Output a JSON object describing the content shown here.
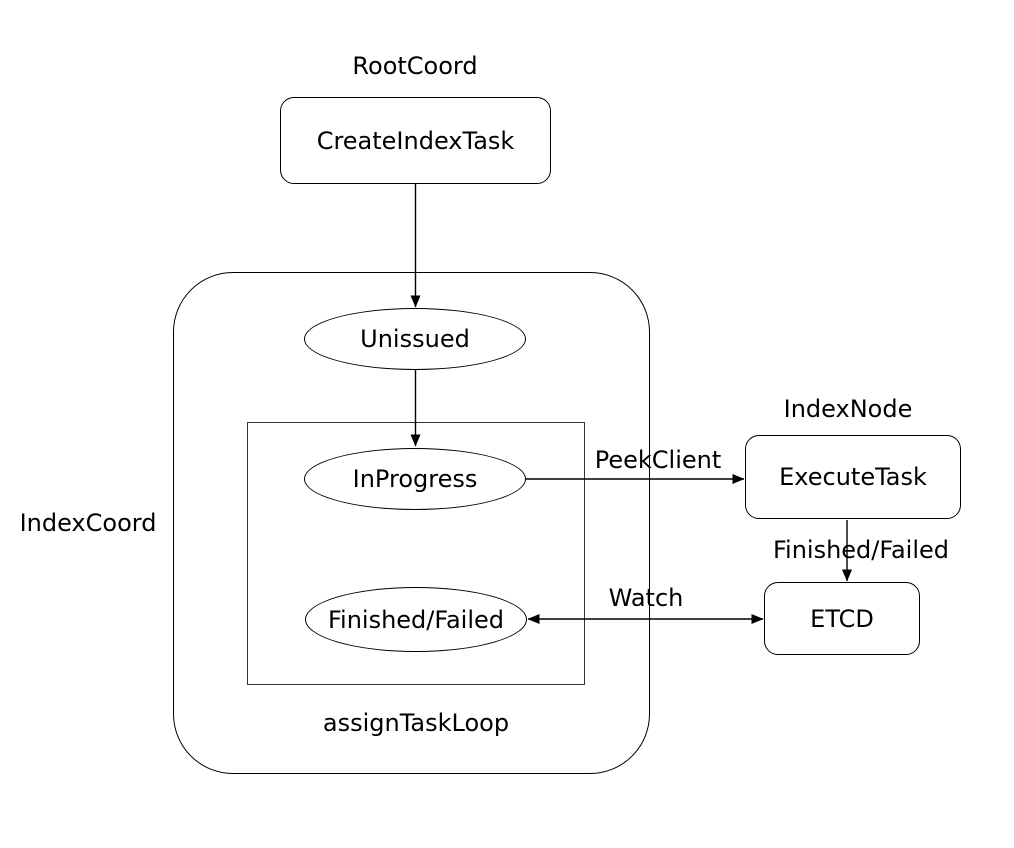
{
  "nodes": {
    "create_index_task": {
      "label": "CreateIndexTask"
    },
    "unissued": {
      "label": "Unissued"
    },
    "in_progress": {
      "label": "InProgress"
    },
    "finished_failed": {
      "label": "Finished/Failed"
    },
    "execute_task": {
      "label": "ExecuteTask"
    },
    "etcd": {
      "label": "ETCD"
    }
  },
  "group_labels": {
    "root_coord": "RootCoord",
    "index_coord": "IndexCoord",
    "index_node": "IndexNode",
    "assign_task_loop": "assignTaskLoop"
  },
  "edge_labels": {
    "peek_client": "PeekClient",
    "finished_failed": "Finished/Failed",
    "watch": "Watch"
  },
  "colors": {
    "stroke": "#000000",
    "group_stroke": "#333333",
    "background": "#ffffff",
    "text": "#000000"
  }
}
